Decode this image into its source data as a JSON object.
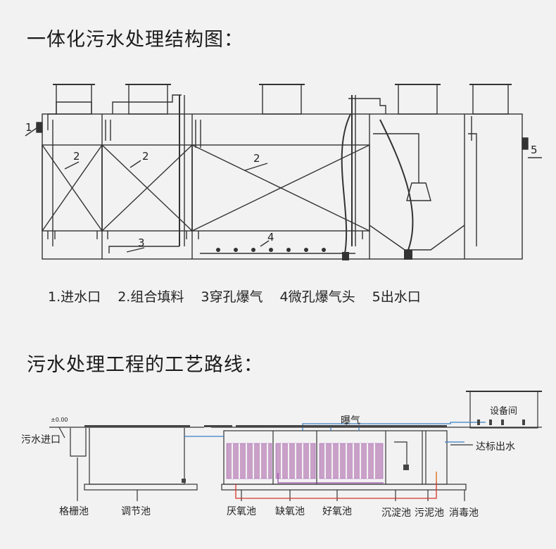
{
  "section1": {
    "title": "一体化污水处理结构图：",
    "callouts": [
      "1",
      "2",
      "2",
      "2",
      "3",
      "4",
      "5"
    ],
    "legend": [
      "1.进水口",
      "2.组合填料",
      "3穿孔爆气",
      "4微孔爆气头",
      "5出水口"
    ]
  },
  "section2": {
    "title": "污水处理工程的工艺路线：",
    "labels": {
      "inlet": "污水进口",
      "aeration": "曝气",
      "equipment_room": "设备间",
      "outlet": "达标出水",
      "grille": "格栅池",
      "regulating": "调节池",
      "anaerobic": "厌氧池",
      "anoxic": "缺氧池",
      "aerobic": "好氧池",
      "sedimentation": "沉淀池",
      "sludge": "污泥池",
      "disinfection": "消毒池",
      "elevation": "±0.00"
    }
  },
  "colors": {
    "line": "#333333",
    "red_flow": "#d9332b",
    "blue_flow": "#3b7fc4",
    "purple_flow": "#9b4fb0",
    "orange_flow": "#e08a2a",
    "media_fill": "#c9a0c8"
  }
}
